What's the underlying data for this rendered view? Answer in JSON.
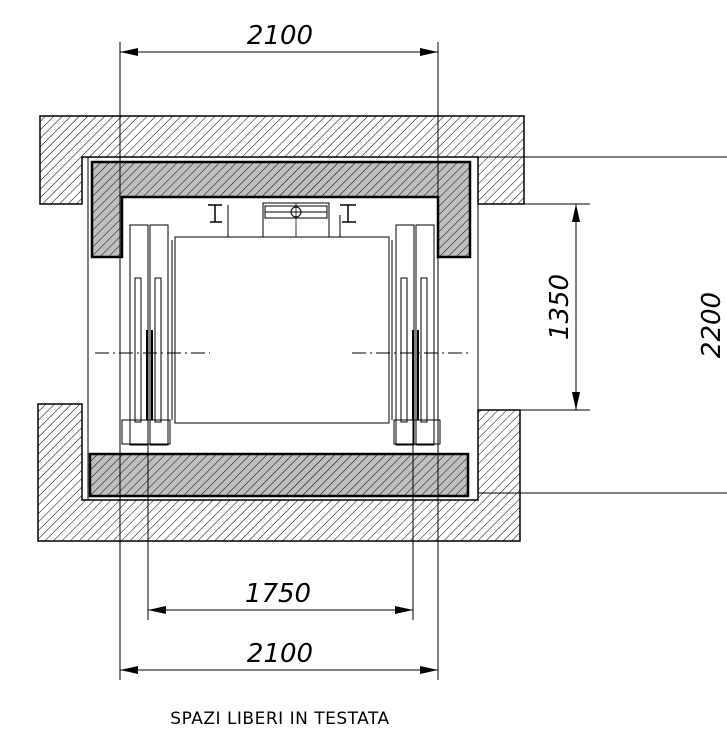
{
  "dimensions": {
    "top_width": "2100",
    "right_depth_inner": "1350",
    "right_depth_outer": "2200",
    "bottom_inner_width": "1750",
    "bottom_width": "2100"
  },
  "caption": "SPAZI LIBERI IN TESTATA",
  "colors": {
    "line": "#000000",
    "background": "#ffffff",
    "dark_fill": "#555555"
  }
}
